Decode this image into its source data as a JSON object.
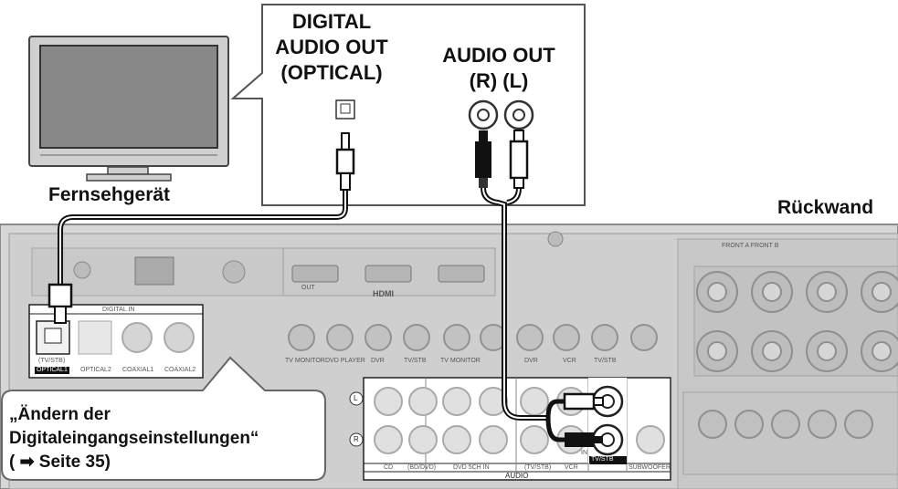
{
  "labels": {
    "tv": "Fernsehgerät",
    "rear": "Rückwand",
    "digital_out": [
      "DIGITAL",
      "AUDIO OUT",
      "(OPTICAL)"
    ],
    "audio_out": [
      "AUDIO OUT",
      "(R) (L)"
    ]
  },
  "callout": {
    "line1": "„Ändern der",
    "line2": "Digitaleingangseinstellungen“",
    "line3": "( ➡ Seite 35)"
  },
  "receiver": {
    "digital_in_title": "DIGITAL IN",
    "optical1_label": "OPTICAL1",
    "optical1_sub": "(TV/STB)",
    "optical2_label": "OPTICAL2",
    "coaxial1_label": "COAXIAL1",
    "coaxial2_label": "COAXIAL2",
    "audio_title": "AUDIO",
    "audio_cols": [
      "CD",
      "(BD/DVD)",
      "DVD 5CH IN",
      "(TV/STB)",
      "VCR",
      "TV/STB",
      "SUBWOOFER"
    ],
    "audio_in": "IN",
    "hdmi_out": "OUT",
    "hdmi_logo": "HDMI",
    "video_cols": [
      "TV MONITOR",
      "DVD PLAYER",
      "DVR",
      "TV/STB",
      "TV MONITOR",
      "DVR",
      "VCR",
      "TV/STB"
    ],
    "front_title": "FRONT A FRONT B",
    "l_mark": "L",
    "r_mark": "R"
  }
}
